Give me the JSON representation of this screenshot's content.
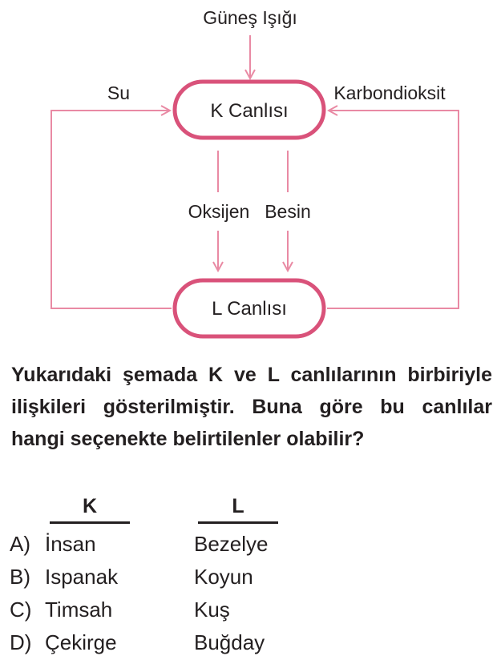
{
  "diagram": {
    "top_input": "Güneş Işığı",
    "left_input": "Su",
    "right_input": "Karbondioksit",
    "node_k": "K Canlısı",
    "node_l": "L Canlısı",
    "flow_left": "Oksijen",
    "flow_right": "Besin",
    "colors": {
      "accent": "#d9527a",
      "arrow": "#e98aa4",
      "text": "#231f20"
    }
  },
  "question": {
    "text": "Yukarıdaki şemada K ve L canlılarının birbiriyle ilişkileri gösterilmiştir. Buna göre bu canlılar hangi seçenekte belirtilenler olabilir?"
  },
  "table": {
    "headers": {
      "k": "K",
      "l": "L"
    },
    "options": [
      {
        "letter": "A)",
        "k": "İnsan",
        "l": "Bezelye"
      },
      {
        "letter": "B)",
        "k": "Ispanak",
        "l": "Koyun"
      },
      {
        "letter": "C)",
        "k": "Timsah",
        "l": "Kuş"
      },
      {
        "letter": "D)",
        "k": "Çekirge",
        "l": "Buğday"
      }
    ]
  }
}
